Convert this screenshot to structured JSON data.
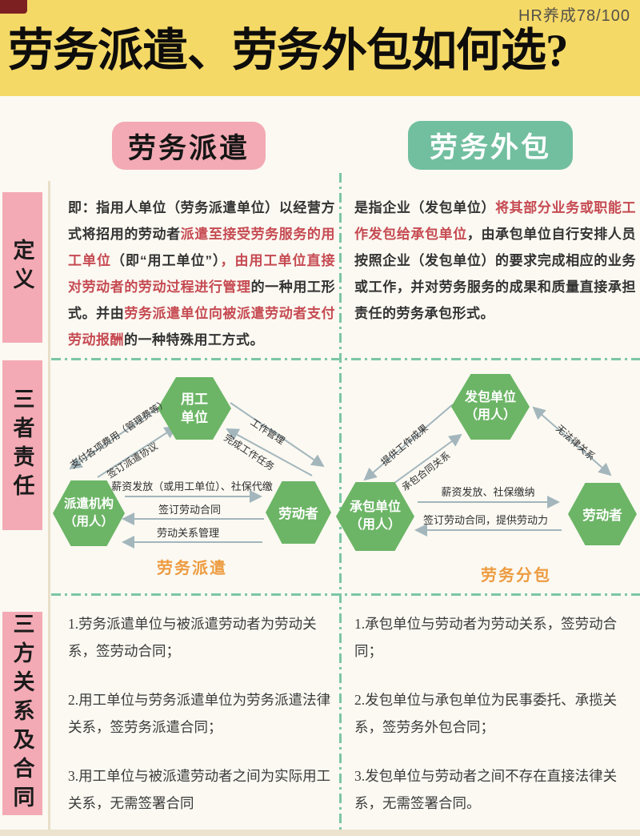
{
  "page": {
    "watermark": "HR养成78/100",
    "title": "劳务派遣、劳务外包如何选?"
  },
  "headers": {
    "left": "劳务派遣",
    "right": "劳务外包"
  },
  "sidebar": {
    "definition": "定义",
    "responsibility": "三者责任",
    "relations": "三方关系及合同"
  },
  "definitions": {
    "left": [
      {
        "text": "即：指用人单位（劳务派遣单位）以经营方式将招用的劳动者",
        "color": "black"
      },
      {
        "text": "派遣至接受劳务服务的用工单位",
        "color": "red"
      },
      {
        "text": "（即“用工单位”）",
        "color": "black"
      },
      {
        "text": "，由用工单位直接对劳动者的劳动过程进行管理",
        "color": "red"
      },
      {
        "text": "的一种用工形式。并由",
        "color": "black"
      },
      {
        "text": "劳务派遣单位向被派遣劳动者支付劳动报酬",
        "color": "red"
      },
      {
        "text": "的一种特殊用工方式。",
        "color": "black"
      }
    ],
    "right": [
      {
        "text": "是指企业（发包单位）",
        "color": "black"
      },
      {
        "text": "将其部分业务或职能工作发包给承包单位",
        "color": "red"
      },
      {
        "text": "，由承包单位自行安排人员按照企业（发包单位）的要求完成相应的业务或工作，并对劳务服务的成果和质量直接承担责任的劳务承包形式。",
        "color": "black"
      }
    ]
  },
  "diagram_left": {
    "top_node": "用工\n单位",
    "bottom_left_node": "派遣机构\n（用人）",
    "bottom_right_node": "劳动者",
    "edge_pay": "支付各项费用（管理费等）",
    "edge_agreement": "签订派遣协议",
    "edge_manage": "工作管理",
    "edge_complete": "完成工作任务",
    "edge_salary": "薪资发放（或用工单位）、社保代缴",
    "edge_contract": "签订劳动合同",
    "edge_relation": "劳动关系管理",
    "caption": "劳务派遣"
  },
  "diagram_right": {
    "top_node": "发包单位\n（用人）",
    "bottom_left_node": "承包单位\n（用人）",
    "bottom_right_node": "劳动者",
    "edge_results": "提供工作成果",
    "edge_contract_rel": "承包合同关系",
    "edge_no_legal": "无法律关系",
    "edge_salary": "薪资发放、社保缴纳",
    "edge_labor": "签订劳动合同，提供劳动力",
    "caption": "劳务分包"
  },
  "relations": {
    "left": [
      "1.劳务派遣单位与被派遣劳动者为劳动关系，签劳动合同；",
      "2.用工单位与劳务派遣单位为劳务派遣法律关系，签劳务派遣合同；",
      "3.用工单位与被派遣劳动者之间为实际用工关系，无需签署合同"
    ],
    "right": [
      "1.承包单位与劳动者为劳动关系，签劳动合同；",
      "2.发包单位与承包单位为民事委托、承揽关系，签劳务外包合同；",
      "3.发包单位与劳动者之间不存在直接法律关系，无需签署合同。"
    ]
  },
  "colors": {
    "banner_yellow": "#f5d966",
    "pink": "#f3aab4",
    "badge_green": "#72bfa0",
    "hex_green": "#6cb566",
    "red_text": "#c64a52",
    "orange_caption": "#ed9b40",
    "dash_green": "#7cc6a4",
    "arrow_gray": "#a3b6bc"
  }
}
